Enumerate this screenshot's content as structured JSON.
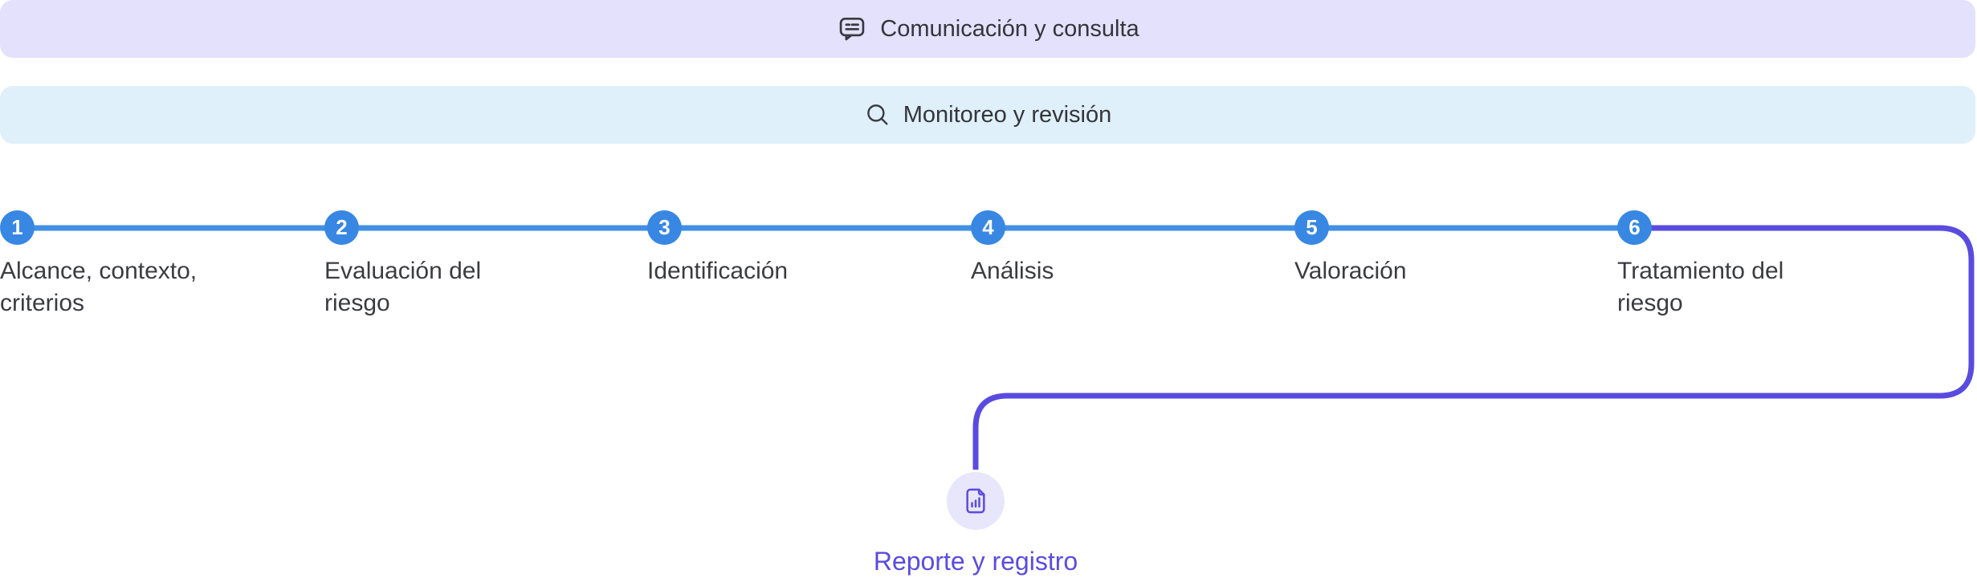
{
  "banners": [
    {
      "label": "Comunicación y consulta",
      "icon": "speech-bubble-icon",
      "bg": "#e3e1fb"
    },
    {
      "label": "Monitoreo y revisión",
      "icon": "magnifier-icon",
      "bg": "#dff0fb"
    }
  ],
  "stepper": {
    "line_color": "#4190e4",
    "circle_color": "#3787e3",
    "steps": [
      {
        "number": "1",
        "label": "Alcance, contexto, criterios"
      },
      {
        "number": "2",
        "label": "Evaluación del riesgo"
      },
      {
        "number": "3",
        "label": "Identificación"
      },
      {
        "number": "4",
        "label": "Análisis"
      },
      {
        "number": "5",
        "label": "Valoración"
      },
      {
        "number": "6",
        "label": "Tratamiento del riesgo"
      }
    ]
  },
  "report": {
    "label": "Reporte y registro",
    "icon": "document-bar-chart-icon",
    "accent_color": "#5a4be0",
    "icon_bg": "#e8e6fb"
  }
}
